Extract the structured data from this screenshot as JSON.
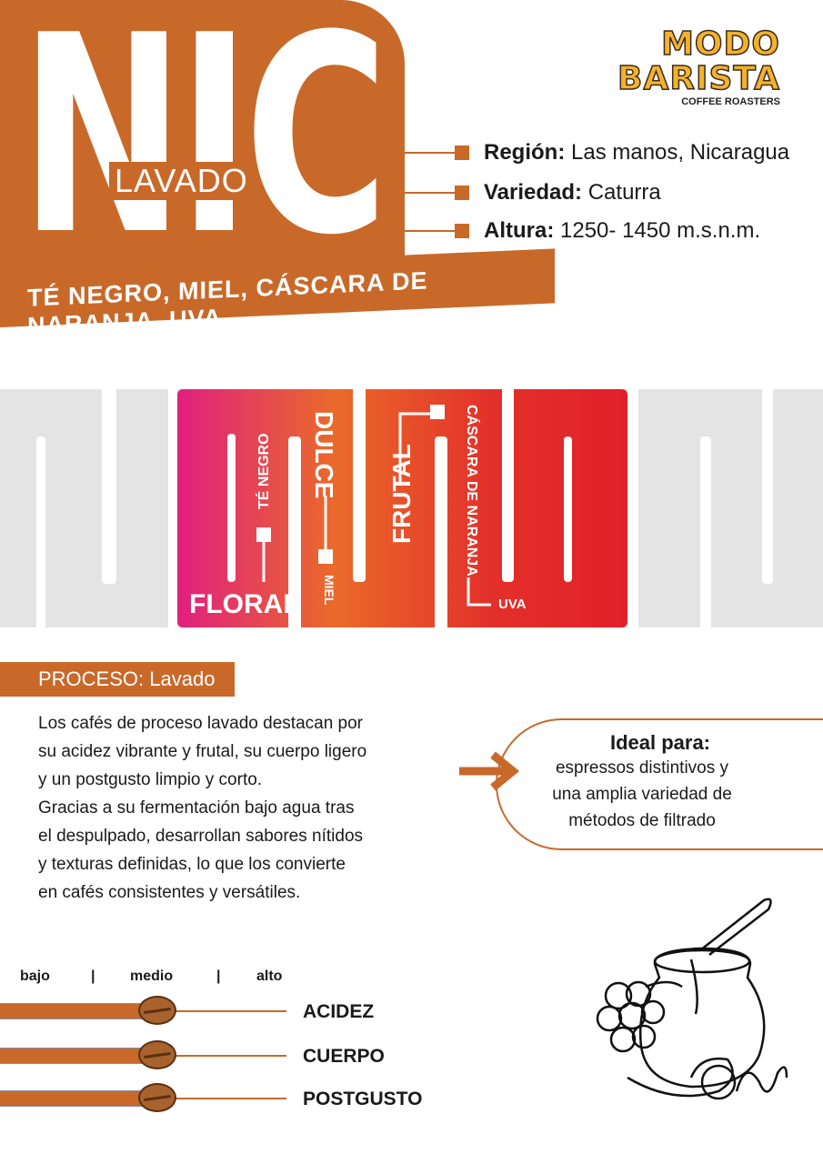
{
  "header": {
    "origin": "NIC",
    "process_tag": "LAVADO",
    "notes": "TÉ NEGRO, MIEL, CÁSCARA DE NARANJA, UVA"
  },
  "logo": {
    "name": "MODO BARISTA",
    "sub": "COFFEE ROASTERS"
  },
  "info": [
    {
      "label": "Región:",
      "value": "Las manos, Nicaragua"
    },
    {
      "label": "Variedad:",
      "value": "Caturra"
    },
    {
      "label": "Altura:",
      "value": "1250- 1450 m.s.n.m."
    }
  ],
  "flavor": {
    "floral": "FLORAL",
    "te": "TÉ NEGRO",
    "dulce": "DULCE",
    "miel": "MIEL",
    "frutal": "FRUTAL",
    "cascara": "CÁSCARA DE NARANJA",
    "uva": "UVA"
  },
  "process": {
    "title": "PROCESO: Lavado",
    "lines": [
      "Los cafés de proceso lavado destacan por",
      "su acidez vibrante y frutal, su cuerpo ligero",
      "y un postgusto limpio y corto.",
      "Gracias a su fermentación bajo agua tras",
      "el despulpado, desarrollan sabores nítidos",
      "y texturas definidas, lo que los convierte",
      "en cafés consistentes y versátiles."
    ]
  },
  "ideal": {
    "title": "Ideal para:",
    "lines": [
      "espressos distintivos y",
      "una amplia variedad de",
      "métodos de filtrado"
    ]
  },
  "scale": {
    "low": "bajo",
    "sep": "|",
    "mid": "medio",
    "high": "alto"
  },
  "ratings": [
    {
      "label": "ACIDEZ",
      "level": "medio",
      "fraction": 0.5
    },
    {
      "label": "CUERPO",
      "level": "medio",
      "fraction": 0.5
    },
    {
      "label": "POSTGUSTO",
      "level": "medio",
      "fraction": 0.5
    }
  ],
  "colors": {
    "brand": "#c8692a",
    "gradient": [
      "#e0207f",
      "#ea6a2a",
      "#e2202a"
    ],
    "gray": "#e4e4e4"
  }
}
